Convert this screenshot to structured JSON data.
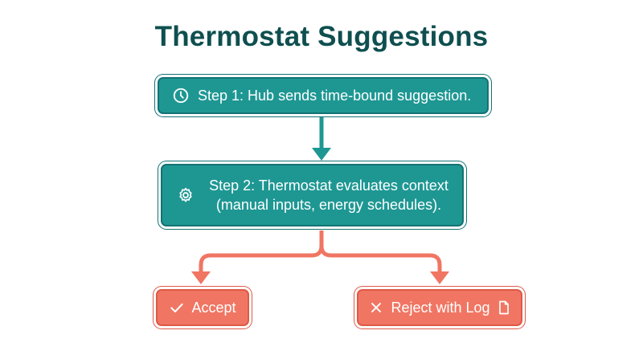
{
  "title": "Thermostat Suggestions",
  "steps": {
    "step1": {
      "label": "Step 1: Hub sends time-bound suggestion.",
      "icon": "clock-icon"
    },
    "step2": {
      "line1": "Step 2: Thermostat evaluates context",
      "line2": "(manual inputs, energy schedules).",
      "icon": "gear-icon"
    }
  },
  "outcomes": {
    "accept": {
      "label": "Accept",
      "icon": "check-icon"
    },
    "reject": {
      "label": "Reject with Log",
      "icon": "x-icon",
      "trailing_icon": "document-icon"
    }
  },
  "colors": {
    "title": "#0f4f4f",
    "teal": "#1e9793",
    "teal_dark": "#137373",
    "coral": "#f07663",
    "coral_dark": "#dd5a47"
  }
}
